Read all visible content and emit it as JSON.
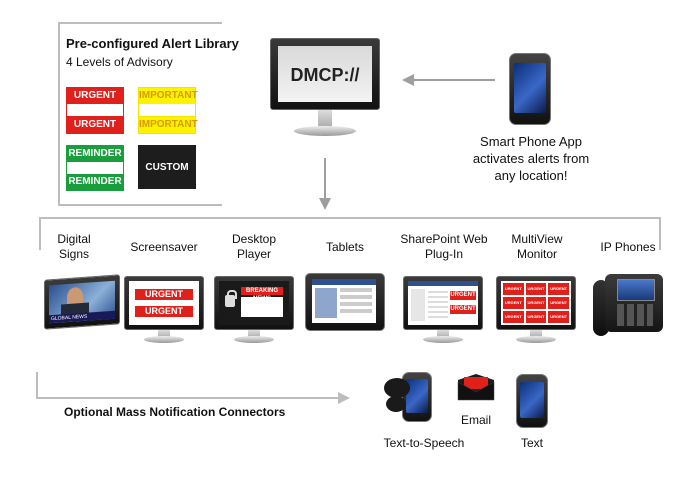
{
  "library": {
    "title": "Pre-configured Alert Library",
    "subtitle": "4 Levels of Advisory",
    "cards": [
      "URGENT",
      "URGENT",
      "IMPORTANT",
      "IMPORTANT",
      "REMINDER",
      "REMINDER",
      "CUSTOM"
    ]
  },
  "center_monitor": {
    "text": "DMCP://"
  },
  "smartphone": {
    "caption": "Smart Phone App activates alerts from any location!"
  },
  "endpoints": [
    {
      "label": "Digital Signs"
    },
    {
      "label": "Screensaver"
    },
    {
      "label": "Desktop Player"
    },
    {
      "label": "Tablets"
    },
    {
      "label": "SharePoint Web Plug-In"
    },
    {
      "label": "MultiView Monitor"
    },
    {
      "label": "IP Phones"
    }
  ],
  "screen_text": {
    "urgent": "URGENT",
    "news": "GLOBAL NEWS",
    "breaking": "BREAKING NEWS"
  },
  "connectors": {
    "label": "Optional Mass Notification Connectors",
    "items": [
      "Text-to-Speech",
      "Email",
      "Text"
    ]
  },
  "colors": {
    "urgent": "#e0201b",
    "important": "#fff200",
    "reminder": "#1a9e3d",
    "custom": "#1d1d1d",
    "arrow": "#9e9e9e"
  }
}
